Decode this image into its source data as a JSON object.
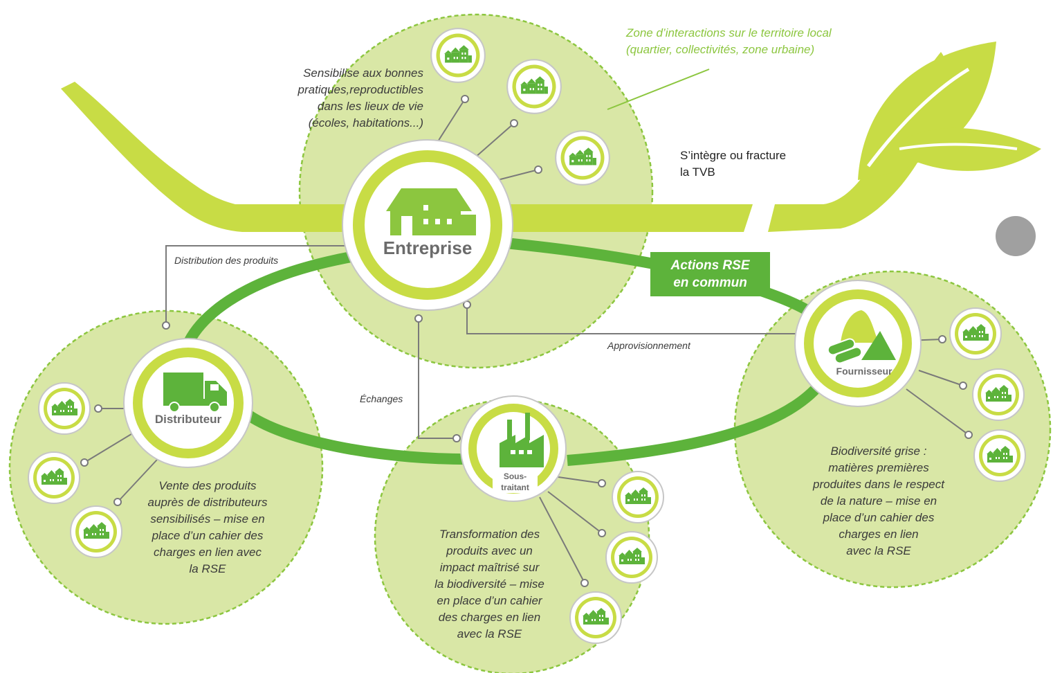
{
  "zone_text": "Zone d’interactions sur le territoire local\n(quartier, collectivités, zone urbaine)",
  "tvb_text": "S’intègre ou fracture\nla TVB",
  "actions_rse": "Actions RSE\nen commun",
  "colors": {
    "bubble": "#d9e7a6",
    "bubble_border": "#8cc63f",
    "dark_green": "#5db33b",
    "light_green": "#c8dc45",
    "connector": "#7a7a7a",
    "grey_dot": "#a0a0a0"
  },
  "nodes": {
    "entreprise": {
      "label": "Entreprise",
      "icon": "house-icon",
      "description": "Sensibilise aux bonnes\npratiques,reproductibles\ndans les lieux de vie\n(écoles, habitations...)"
    },
    "distributeur": {
      "label": "Distributeur",
      "icon": "truck-icon",
      "description": "Vente des produits\nauprès de distributeurs\nsensibilisés – mise en\nplace d’un cahier des\ncharges en lien avec\nla RSE"
    },
    "sous_traitant": {
      "label": "Sous-traitant",
      "icon": "factory-icon",
      "description": "Transformation des\nproduits avec un\nimpact maîtrisé sur\nla biodiversité – mise\nen place d’un cahier\ndes charges en lien\navec la RSE"
    },
    "fournisseur": {
      "label": "Fournisseur",
      "icon": "raw-materials-icon",
      "description": "Biodiversité grise :\nmatières premières\nproduites dans le respect\nde la nature – mise en\nplace d’un cahier des\ncharges en lien\navec la RSE"
    }
  },
  "links": {
    "distribution": "Distribution des produits",
    "approvisionnement": "Approvisionnement",
    "echanges": "Échanges"
  }
}
